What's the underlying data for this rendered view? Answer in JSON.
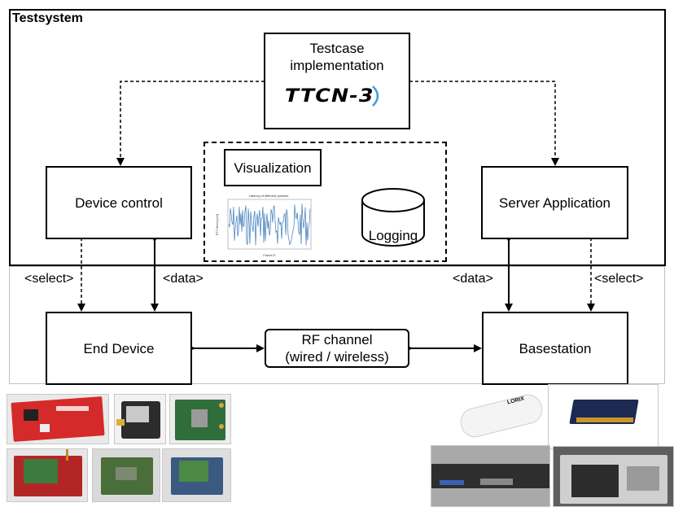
{
  "diagram": {
    "title": "Testsystem",
    "testcase": {
      "line1": "Testcase",
      "line2": "implementation",
      "logo_text": "TTCN-3"
    },
    "visualization": {
      "label": "Visualization",
      "mini_chart_title": "Latency of different packets",
      "mini_chart_xlabel": "Packet ID",
      "mini_chart_ylabel": "RTT latency [ms]"
    },
    "logging": "Logging",
    "device_control": "Device control",
    "server_application": "Server Application",
    "end_device": "End Device",
    "basestation": "Basestation",
    "rf_channel": {
      "line1": "RF channel",
      "line2": "(wired / wireless)"
    },
    "edge_labels": {
      "select_left": "<select>",
      "data_left": "<data>",
      "data_right": "<data>",
      "select_right": "<select>"
    },
    "device_logo_text": "LORIX"
  }
}
